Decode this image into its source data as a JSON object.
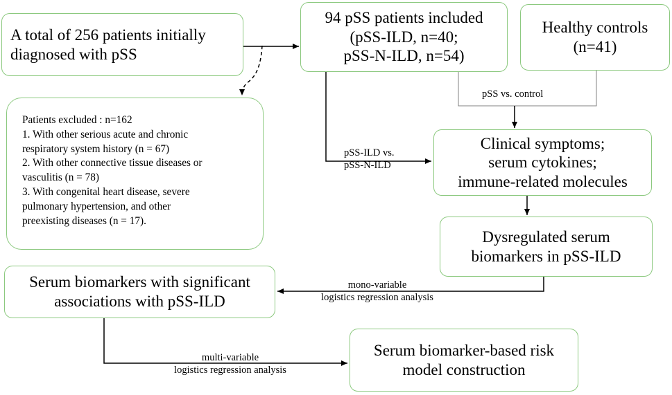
{
  "boxes": {
    "initial": {
      "lines": [
        "A total of 256 patients initially",
        "diagnosed with pSS"
      ]
    },
    "included": {
      "lines": [
        "94 pSS patients included",
        "(pSS-ILD, n=40;",
        "pSS-N-ILD, n=54)"
      ]
    },
    "controls": {
      "lines": [
        "Healthy controls",
        "(n=41)"
      ]
    },
    "excluded": {
      "lines": [
        "Patients excluded : n=162",
        "1. With other serious acute and chronic",
        "respiratory system history (n = 67)",
        " 2. With other connective tissue diseases or",
        "vasculitis (n = 78)",
        "3. With congenital heart disease, severe",
        "pulmonary hypertension, and other",
        "preexisting diseases (n = 17)."
      ]
    },
    "clinical": {
      "lines": [
        "Clinical symptoms;",
        "serum cytokines;",
        "immune-related molecules"
      ]
    },
    "dysregulated": {
      "lines": [
        "Dysregulated serum",
        "biomarkers in pSS-ILD"
      ]
    },
    "serum": {
      "lines": [
        "Serum biomarkers with significant",
        "associations with pSS-ILD"
      ]
    },
    "risk": {
      "lines": [
        "Serum biomarker-based risk",
        "model construction"
      ]
    }
  },
  "edge_labels": {
    "pss_vs_control": "pSS vs. control",
    "ild_vs_nild": [
      "pSS-ILD vs.",
      "pSS-N-ILD"
    ],
    "mono_variable": [
      "mono-variable",
      "logistics regression analysis"
    ],
    "multi_variable": [
      "multi-variable",
      "logistics regression analysis"
    ]
  },
  "colors": {
    "box_border": "#8cc97f",
    "line": "#000000",
    "thin_line": "#808080"
  }
}
